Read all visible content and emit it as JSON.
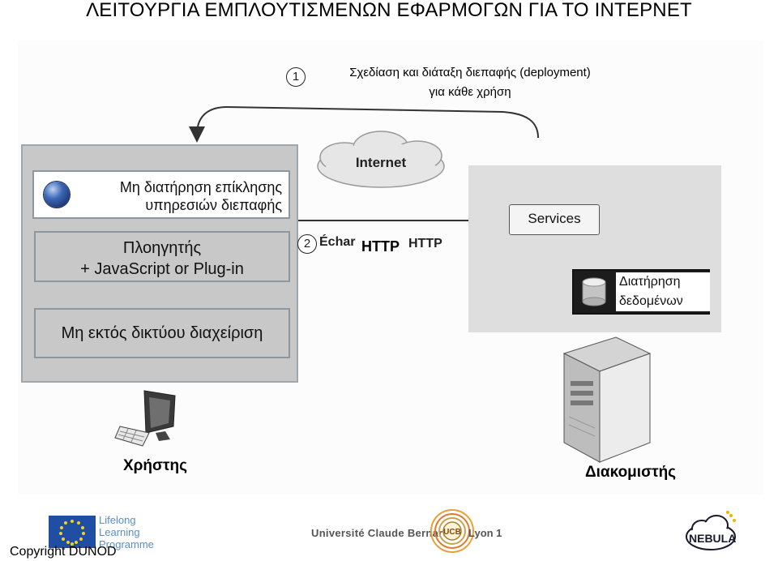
{
  "page": {
    "title": "ΛΕΙΤΟΥΡΓΙΑ ΕΜΠΛΟΥΤΙΣΜΕΝΩΝ ΕΦΑΡΜΟΓΩΝ ΓΙΑ ΤΟ ΙΝΤΕΡΝΕΤ"
  },
  "steps": {
    "deploy": {
      "number": "1",
      "line1": "Σχεδίαση και διάταξη  διεπαφής  (deployment)",
      "line2": "για κάθε χρήση"
    },
    "exchange": {
      "number": "2",
      "label": "Échar",
      "http_overlay": "HTTP",
      "http_original": "HTTP"
    }
  },
  "internet": {
    "label": "Internet"
  },
  "client": {
    "box_persistence": {
      "line1": "Μη διατήρηση επίκλησης",
      "line2": "υπηρεσιών διεπαφής"
    },
    "box_browser": {
      "line1": "Πλοηγητής",
      "line2": "+ JavaScript or Plug-in"
    },
    "box_offline": {
      "label": "Μη εκτός δικτύου διαχείριση"
    }
  },
  "server": {
    "services": "Services",
    "data_store": {
      "line1": "Διατήρηση",
      "line2": "δεδομένων"
    }
  },
  "labels": {
    "user": "Χρήστης",
    "server": "Διακομιστής"
  },
  "footer": {
    "copyright": "Copyright DUNOD",
    "lifelong": [
      "Lifelong",
      "Learning",
      "Programme"
    ],
    "university": "Université Claude Bernard",
    "university_tail": "Lyon 1",
    "ucbl_mark": "UCB",
    "nebula": "NEBULA"
  },
  "colors": {
    "panel_gray": "#c8c8c8",
    "panel_border": "#9ea6ae",
    "eu_blue": "#1f4ea3",
    "eu_star": "#f3d21b"
  }
}
